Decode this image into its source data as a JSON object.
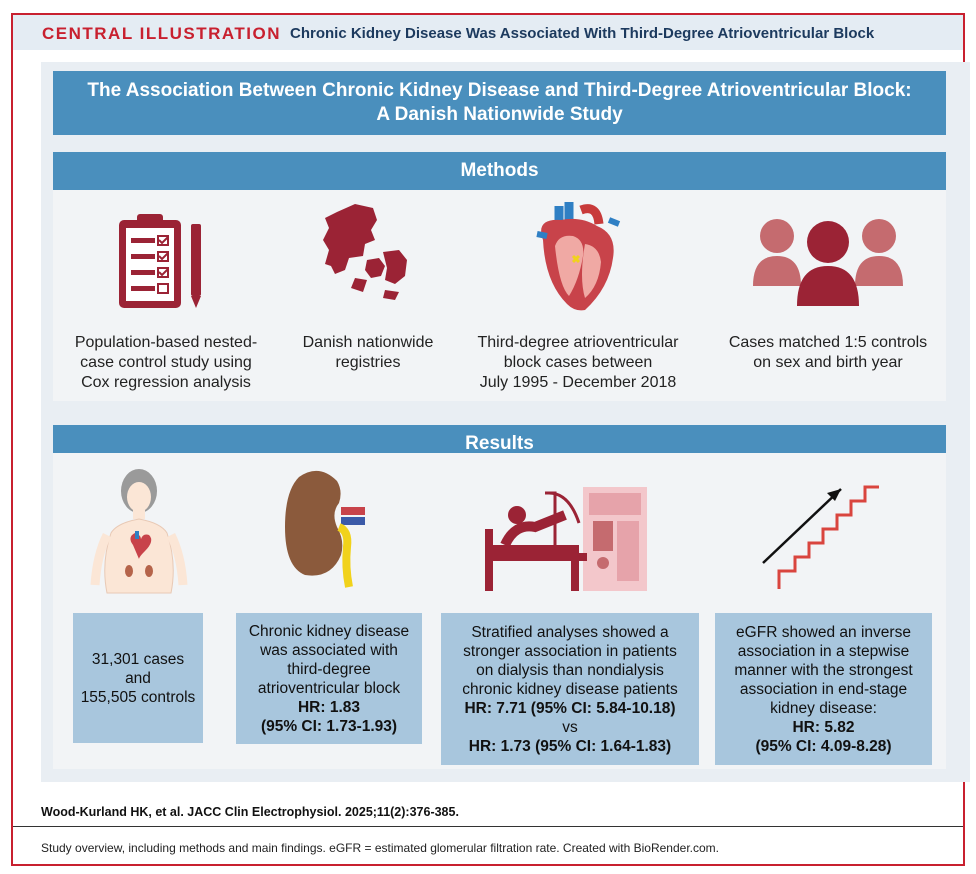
{
  "header": {
    "kicker": "CENTRAL ILLUSTRATION",
    "title": "Chronic Kidney Disease Was Associated With Third-Degree Atrioventricular Block"
  },
  "main_title": {
    "line1": "The Association Between Chronic Kidney Disease and Third-Degree Atrioventricular Block:",
    "line2": "A Danish Nationwide Study"
  },
  "methods": {
    "heading": "Methods",
    "items": [
      {
        "icon": "clipboard-checklist-icon",
        "lines": [
          "Population-based nested-",
          "case control study using",
          "Cox regression analysis"
        ]
      },
      {
        "icon": "denmark-map-icon",
        "lines": [
          "Danish nationwide",
          "registries"
        ]
      },
      {
        "icon": "heart-icon",
        "lines": [
          "Third-degree atrioventricular",
          "block cases between",
          "July 1995 - December 2018"
        ]
      },
      {
        "icon": "people-group-icon",
        "lines": [
          "Cases matched 1:5 controls",
          "on sex and birth year"
        ]
      }
    ]
  },
  "results": {
    "heading": "Results",
    "items": [
      {
        "icon": "human-body-icon",
        "lines": [
          "31,301 cases and",
          "155,505 controls"
        ]
      },
      {
        "icon": "kidney-icon",
        "lines": [
          "Chronic kidney disease",
          "was associated with",
          "third-degree",
          "atrioventricular block"
        ],
        "bold": [
          "HR: 1.83",
          "(95% CI: 1.73-1.93)"
        ]
      },
      {
        "icon": "dialysis-bed-icon",
        "lines": [
          "Stratified analyses showed a",
          "stronger association in patients",
          "on dialysis than nondialysis",
          "chronic kidney disease patients"
        ],
        "bold": [
          "HR: 7.71 (95% CI: 5.84-10.18)",
          "vs",
          "HR: 1.73 (95% CI: 1.64-1.83)"
        ]
      },
      {
        "icon": "stepwise-stairs-arrow-icon",
        "lines": [
          "eGFR showed an inverse",
          "association in a stepwise",
          "manner with the strongest",
          "association in end-stage",
          "kidney disease:"
        ],
        "bold": [
          "HR: 5.82",
          "(95% CI: 4.09-8.28)"
        ]
      }
    ]
  },
  "citation": "Wood-Kurland HK, et al. JACC Clin Electrophysiol. 2025;11(2):376-385.",
  "caption": "Study overview, including methods and main findings. eGFR = estimated glomerular filtration rate. Created with BioRender.com.",
  "colors": {
    "accent_red": "#c8202f",
    "band_blue": "#4a8fbd",
    "icon_maroon": "#9b2335",
    "box_blue": "#a8c6dd"
  }
}
